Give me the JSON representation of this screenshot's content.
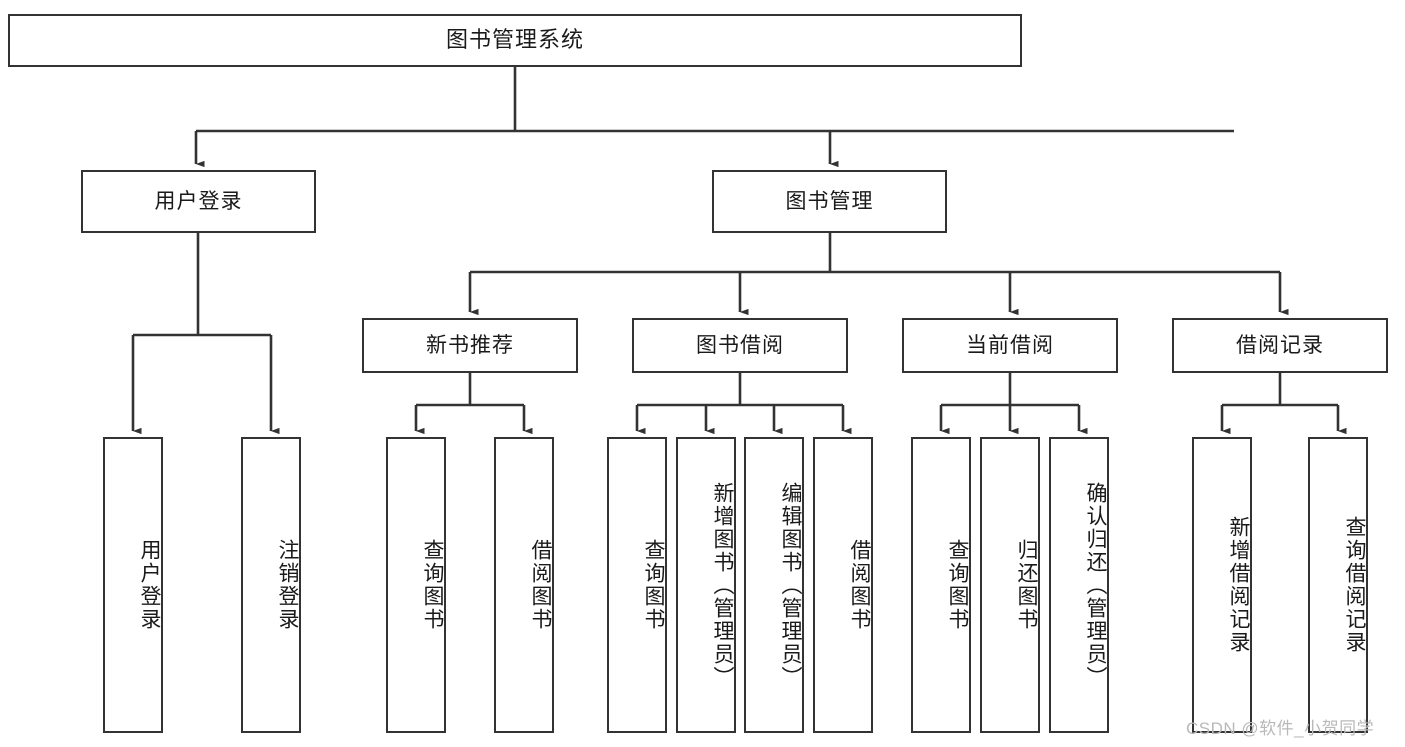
{
  "diagram": {
    "title": "图书管理系统",
    "type": "tree-hierarchy-chart",
    "watermark": "CSDN @软件_小贺同学",
    "colors": {
      "box_border": "#333333",
      "box_fill": "#ffffff",
      "edge": "#333333",
      "text": "#1a1a1a",
      "watermark": "#b9b9b9",
      "background": "#ffffff"
    },
    "root": {
      "label": "图书管理系统"
    },
    "level2": [
      {
        "id": "user-login",
        "label": "用户登录"
      },
      {
        "id": "book-management",
        "label": "图书管理"
      }
    ],
    "level3": [
      {
        "id": "new-book-recommend",
        "label": "新书推荐",
        "parent": "book-management"
      },
      {
        "id": "book-borrow",
        "label": "图书借阅",
        "parent": "book-management"
      },
      {
        "id": "current-borrow",
        "label": "当前借阅",
        "parent": "book-management"
      },
      {
        "id": "borrow-record",
        "label": "借阅记录",
        "parent": "book-management"
      }
    ],
    "leaves": [
      {
        "id": "leaf-user-login",
        "label": "用户登录",
        "parent": "user-login"
      },
      {
        "id": "leaf-logout-login",
        "label": "注销登录",
        "parent": "user-login"
      },
      {
        "id": "leaf-query-book-1",
        "label": "查询图书",
        "parent": "new-book-recommend"
      },
      {
        "id": "leaf-borrow-book-1",
        "label": "借阅图书",
        "parent": "new-book-recommend"
      },
      {
        "id": "leaf-query-book-2",
        "label": "查询图书",
        "parent": "book-borrow"
      },
      {
        "id": "leaf-add-book",
        "label": "新增图书（管理员）",
        "parent": "book-borrow"
      },
      {
        "id": "leaf-edit-book",
        "label": "编辑图书（管理员）",
        "parent": "book-borrow"
      },
      {
        "id": "leaf-borrow-book-2",
        "label": "借阅图书",
        "parent": "book-borrow"
      },
      {
        "id": "leaf-query-book-3",
        "label": "查询图书",
        "parent": "current-borrow"
      },
      {
        "id": "leaf-return-book",
        "label": "归还图书",
        "parent": "current-borrow"
      },
      {
        "id": "leaf-confirm-return",
        "label": "确认归还（管理员）",
        "parent": "current-borrow"
      },
      {
        "id": "leaf-add-record",
        "label": "新增借阅记录",
        "parent": "borrow-record"
      },
      {
        "id": "leaf-query-record",
        "label": "查询借阅记录",
        "parent": "borrow-record"
      }
    ]
  }
}
